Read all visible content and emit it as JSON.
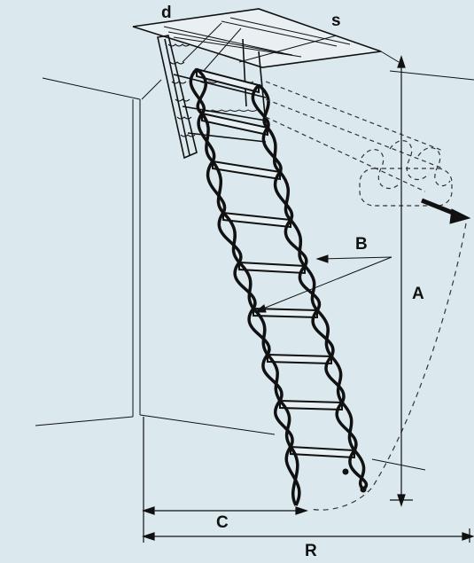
{
  "labels": {
    "d": "d",
    "s": "s",
    "B": "B",
    "A": "A",
    "C": "C",
    "R": "R"
  },
  "colors": {
    "background": "#dbe9ef",
    "ink": "#111111",
    "dashed": "#333333"
  }
}
